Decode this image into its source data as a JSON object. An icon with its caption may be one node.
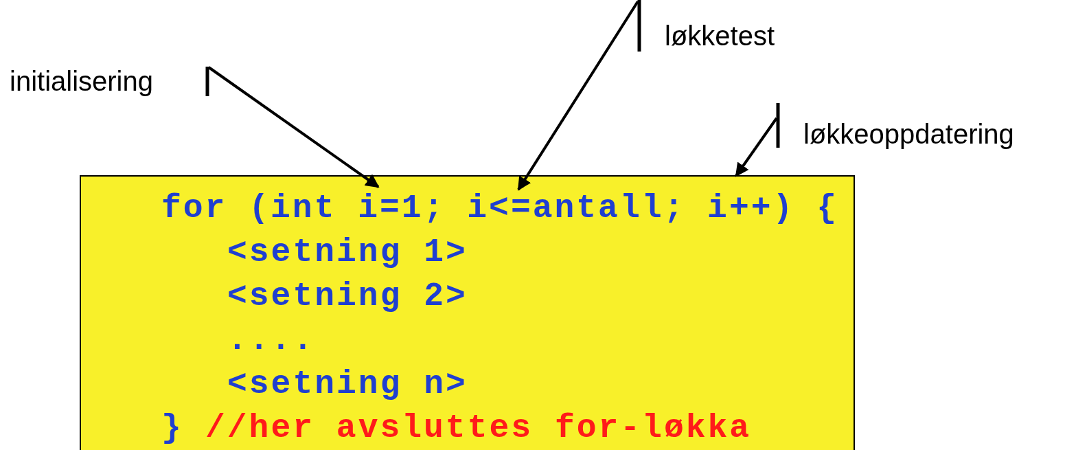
{
  "diagram": {
    "nodes": [
      {
        "text": [
          "initialisering"
        ]
      },
      {
        "text": [
          "løkketest"
        ]
      },
      {
        "text": [
          "løkkeoppdatering"
        ]
      },
      {
        "text": [
          "for (int i=1; i<=antall; i++) {",
          "<setning 1>",
          "<setning 2>",
          "....",
          "<setning n>",
          "}",
          "//her avsluttes for-løkka"
        ]
      }
    ],
    "edges": [
      {
        "from": 0,
        "to": 3,
        "arrow": "to"
      },
      {
        "from": 1,
        "to": 3,
        "arrow": "to"
      },
      {
        "from": 2,
        "to": 3,
        "arrow": "to"
      }
    ]
  }
}
